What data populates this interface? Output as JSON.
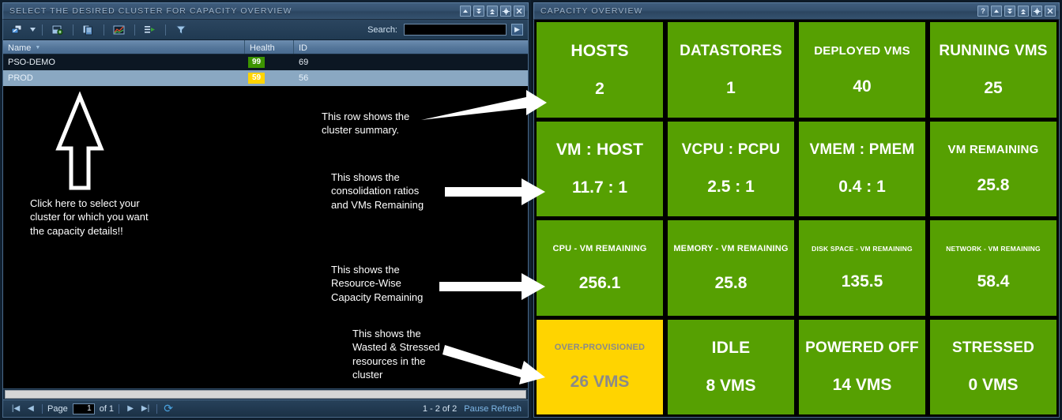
{
  "left_panel": {
    "title": "SELECT THE DESIRED CLUSTER FOR CAPACITY OVERVIEW",
    "window_buttons": [
      {
        "name": "collapse-button",
        "glyph": "▲"
      },
      {
        "name": "expand-down-button",
        "glyph": "≫"
      },
      {
        "name": "expand-up-button",
        "glyph": "≪"
      },
      {
        "name": "settings-button",
        "glyph": "✹"
      },
      {
        "name": "close-button",
        "glyph": "✕"
      }
    ],
    "toolbar": {
      "icons": [
        {
          "name": "launch-icon",
          "label": "Launch"
        },
        {
          "name": "configure-icon",
          "label": "Configure"
        },
        {
          "name": "copy-icon",
          "label": "Copy"
        },
        {
          "name": "chart-icon",
          "label": "Chart"
        },
        {
          "name": "export-icon",
          "label": "Export"
        },
        {
          "name": "filter-icon",
          "label": "Filter"
        }
      ],
      "search_label": "Search:",
      "search_value": "",
      "search_placeholder": "",
      "search_go_glyph": "▶"
    },
    "table": {
      "columns": [
        "Name",
        "Health",
        "ID"
      ],
      "sort_column": "Name",
      "sort_caret": "▼",
      "rows": [
        {
          "name": "PSO-DEMO",
          "health": "99",
          "health_color": "#3c9400",
          "id": "69"
        },
        {
          "name": "PROD",
          "health": "59",
          "health_color": "#ffd400",
          "id": "56"
        }
      ]
    },
    "pager": {
      "first_glyph": "|◀",
      "prev_glyph": "◀",
      "page_label": "Page",
      "page_value": "1",
      "of_label": "of 1",
      "next_glyph": "▶",
      "last_glyph": "▶|",
      "refresh_glyph": "⟳",
      "range_text": "1 - 2 of 2",
      "pause_refresh_label": "Pause Refresh"
    }
  },
  "right_panel": {
    "title": "CAPACITY OVERVIEW",
    "window_buttons": [
      {
        "name": "help-button",
        "glyph": "?"
      },
      {
        "name": "collapse-button",
        "glyph": "▲"
      },
      {
        "name": "expand-down-button",
        "glyph": "≫"
      },
      {
        "name": "expand-up-button",
        "glyph": "≪"
      },
      {
        "name": "settings-button",
        "glyph": "✹"
      },
      {
        "name": "close-button",
        "glyph": "✕"
      }
    ],
    "tile_rows": [
      [
        {
          "label": "HOSTS",
          "value": "2",
          "status": "green",
          "size": "t-xl"
        },
        {
          "label": "DATASTORES",
          "value": "1",
          "status": "green",
          "size": "t-lg"
        },
        {
          "label": "DEPLOYED VMS",
          "value": "40",
          "status": "green",
          "size": "t-md"
        },
        {
          "label": "RUNNING VMS",
          "value": "25",
          "status": "green",
          "size": "t-lg"
        }
      ],
      [
        {
          "label": "VM : HOST",
          "value": "11.7 : 1",
          "status": "green",
          "size": "t-xl"
        },
        {
          "label": "VCPU : PCPU",
          "value": "2.5 : 1",
          "status": "green",
          "size": "t-lg"
        },
        {
          "label": "VMEM : PMEM",
          "value": "0.4 : 1",
          "status": "green",
          "size": "t-lg"
        },
        {
          "label": "VM REMAINING",
          "value": "25.8",
          "status": "green",
          "size": "t-md"
        }
      ],
      [
        {
          "label": "CPU - VM REMAINING",
          "value": "256.1",
          "status": "green",
          "size": "t-sm"
        },
        {
          "label": "MEMORY - VM REMAINING",
          "value": "25.8",
          "status": "green",
          "size": "t-sm"
        },
        {
          "label": "DISK SPACE - VM REMAINING",
          "value": "135.5",
          "status": "green",
          "size": "t-xs"
        },
        {
          "label": "NETWORK - VM REMAINING",
          "value": "58.4",
          "status": "green",
          "size": "t-xs"
        }
      ],
      [
        {
          "label": "OVER-PROVISIONED",
          "value": "26 VMS",
          "status": "yellow",
          "size": "t-sm"
        },
        {
          "label": "IDLE",
          "value": "8 VMS",
          "status": "green",
          "size": "t-xl"
        },
        {
          "label": "POWERED OFF",
          "value": "14 VMS",
          "status": "green",
          "size": "t-lg"
        },
        {
          "label": "STRESSED",
          "value": "0 VMS",
          "status": "green",
          "size": "t-lg"
        }
      ]
    ]
  },
  "annotations": [
    {
      "name": "annotation-select-cluster",
      "text": "Click here to select your\ncluster for which you want\nthe capacity details!!"
    },
    {
      "name": "annotation-cluster-summary",
      "text": "This row shows the\ncluster summary."
    },
    {
      "name": "annotation-consolidation-ratios",
      "text": "This shows the\nconsolidation ratios\nand VMs Remaining"
    },
    {
      "name": "annotation-resource-wise",
      "text": "This shows the\nResource-Wise\nCapacity Remaining"
    },
    {
      "name": "annotation-wasted-stressed",
      "text": "This shows the\nWasted & Stressed\nresources in the\ncluster"
    }
  ],
  "colors": {
    "status_green": "#56a002",
    "status_yellow": "#ffd400",
    "panel_chrome": "#35516f",
    "canvas": "#000000"
  }
}
